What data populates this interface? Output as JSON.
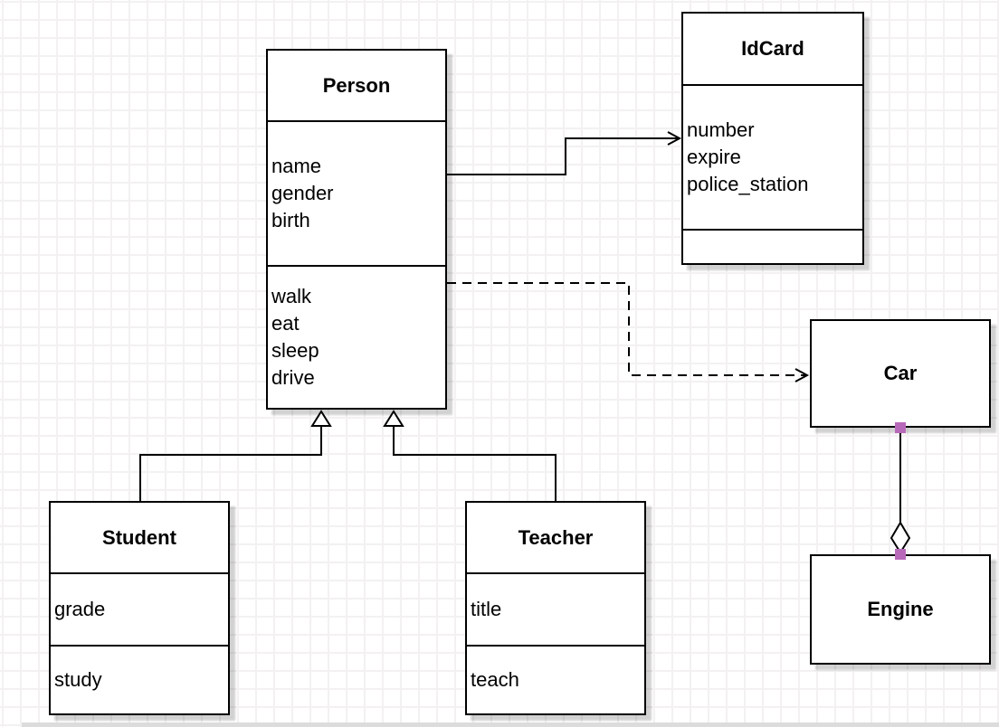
{
  "diagram": {
    "type": "uml-class-diagram",
    "classes": {
      "person": {
        "title": "Person",
        "attributes": [
          "name",
          "gender",
          "birth"
        ],
        "methods": [
          "walk",
          "eat",
          "sleep",
          "drive"
        ]
      },
      "idcard": {
        "title": "IdCard",
        "attributes": [
          "number",
          "expire",
          "police_station"
        ],
        "methods": []
      },
      "car": {
        "title": "Car",
        "attributes": [],
        "methods": []
      },
      "engine": {
        "title": "Engine",
        "attributes": [],
        "methods": []
      },
      "student": {
        "title": "Student",
        "attributes": [
          "grade"
        ],
        "methods": [
          "study"
        ]
      },
      "teacher": {
        "title": "Teacher",
        "attributes": [
          "title"
        ],
        "methods": [
          "teach"
        ]
      }
    },
    "relations": [
      {
        "from": "Person",
        "to": "IdCard",
        "type": "association",
        "line": "solid",
        "arrow": "open-arrow"
      },
      {
        "from": "Person",
        "to": "Car",
        "type": "dependency",
        "line": "dashed",
        "arrow": "open-arrow"
      },
      {
        "from": "Student",
        "to": "Person",
        "type": "generalization",
        "line": "solid",
        "arrow": "hollow-triangle"
      },
      {
        "from": "Teacher",
        "to": "Person",
        "type": "generalization",
        "line": "solid",
        "arrow": "hollow-triangle"
      },
      {
        "from": "Car",
        "to": "Engine",
        "type": "aggregation",
        "line": "solid",
        "arrow": "hollow-diamond-at-engine"
      }
    ],
    "colors": {
      "box_fill": "#ffffff",
      "box_border": "#000000",
      "text": "#000000",
      "canvas_bg": "#ffffff",
      "grid_line": "#f3f1f2",
      "shadow": "#c9c9c9",
      "endpoint_marker": "#b969b9"
    }
  }
}
